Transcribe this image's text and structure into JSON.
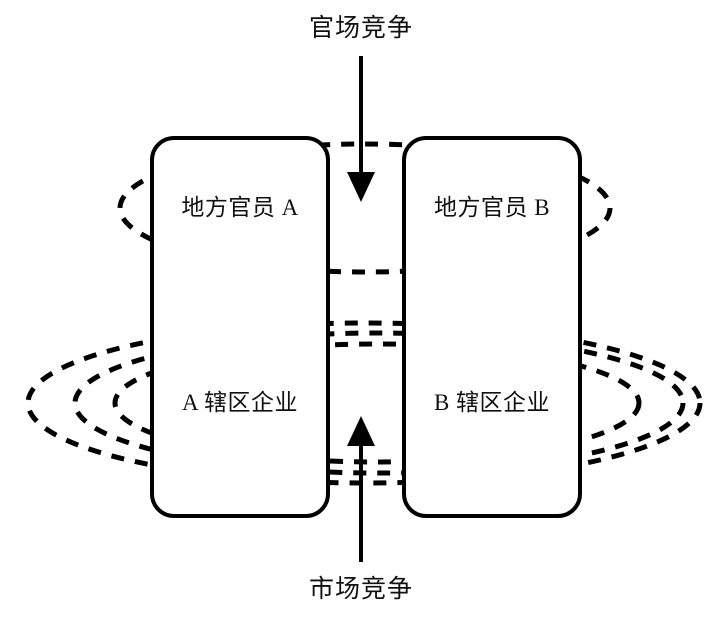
{
  "diagram": {
    "title_top": "官场竞争",
    "title_bottom": "市场竞争",
    "nodes": [
      {
        "id": "official-a",
        "label": "地方官员 A",
        "column": "left",
        "row": "top"
      },
      {
        "id": "official-b",
        "label": "地方官员 B",
        "column": "right",
        "row": "top"
      },
      {
        "id": "firms-a",
        "label": "A 辖区企业",
        "column": "left",
        "row": "bottom"
      },
      {
        "id": "firms-b",
        "label": "B 辖区企业",
        "column": "right",
        "row": "bottom"
      }
    ],
    "flows": [
      {
        "id": "top-flow",
        "label": "官场竞争",
        "direction": "down",
        "target": "officials-row"
      },
      {
        "id": "bottom-flow",
        "label": "市场竞争",
        "direction": "up",
        "target": "firms-row"
      }
    ],
    "groupings": [
      {
        "id": "officials-ellipse",
        "count": 1,
        "style": "dashed",
        "spans": [
          "official-a",
          "official-b"
        ]
      },
      {
        "id": "firms-ellipses",
        "count": 3,
        "style": "dashed",
        "spans": [
          "firms-a",
          "firms-b"
        ]
      }
    ],
    "colors": {
      "stroke": "#000000",
      "background": "#ffffff",
      "text": "#111111"
    }
  }
}
